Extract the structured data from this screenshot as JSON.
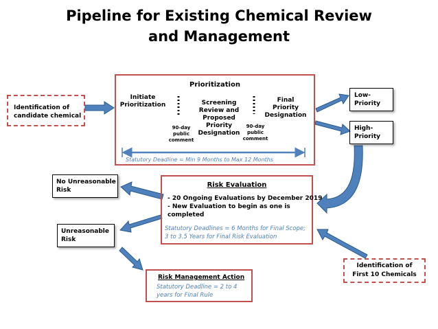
{
  "title": {
    "line1": "Pipeline for Existing Chemical Review",
    "line2": "and Management"
  },
  "identification_candidate": {
    "line1": "Identification of",
    "line2": "candidate chemical"
  },
  "prioritization": {
    "heading": "Prioritization",
    "initiate": {
      "line1": "Initiate",
      "line2": "Prioritization"
    },
    "comment_1": {
      "line1": "90-day",
      "line2": "public",
      "line3": "comment"
    },
    "screening": {
      "line1": "Screening",
      "line2": "Review and",
      "line3": "Proposed",
      "line4": "Priority",
      "line5": "Designation"
    },
    "comment_2": {
      "line1": "90-day",
      "line2": "public",
      "line3": "comment"
    },
    "final": {
      "line1": "Final",
      "line2": "Priority",
      "line3": "Designation"
    },
    "deadline": "Statutory Deadline = Min 9 Months to Max 12 Months"
  },
  "low_priority": {
    "line1": "Low-",
    "line2": "Priority"
  },
  "high_priority": {
    "line1": "High-",
    "line2": "Priority"
  },
  "no_unreasonable_risk": {
    "line1": "No Unreasonable",
    "line2": "Risk"
  },
  "unreasonable_risk": {
    "line1": "Unreasonable",
    "line2": "Risk"
  },
  "risk_evaluation": {
    "heading": "Risk Evaluation",
    "bullet1": "- 20 Ongoing Evaluations by December 2019",
    "bullet2_line1": "- New Evaluation to begin as one is",
    "bullet2_line2": "completed",
    "deadline_line1": "Statutory Deadlines =  6 Months for Final Scope;",
    "deadline_line2": "3 to 3.5 Years for Final Risk Evaluation"
  },
  "risk_management": {
    "heading": "Risk Management Action",
    "deadline_line1": "Statutory Deadline = 2 to 4",
    "deadline_line2": "years for Final Rule"
  },
  "identification_first10": {
    "line1": "Identification of",
    "line2": "First 10 Chemicals"
  },
  "colors": {
    "red_border": "#c0504d",
    "blue_text": "#4f81bd",
    "arrow_fill": "#4f81bd",
    "arrow_stroke": "#2c5a8c"
  }
}
